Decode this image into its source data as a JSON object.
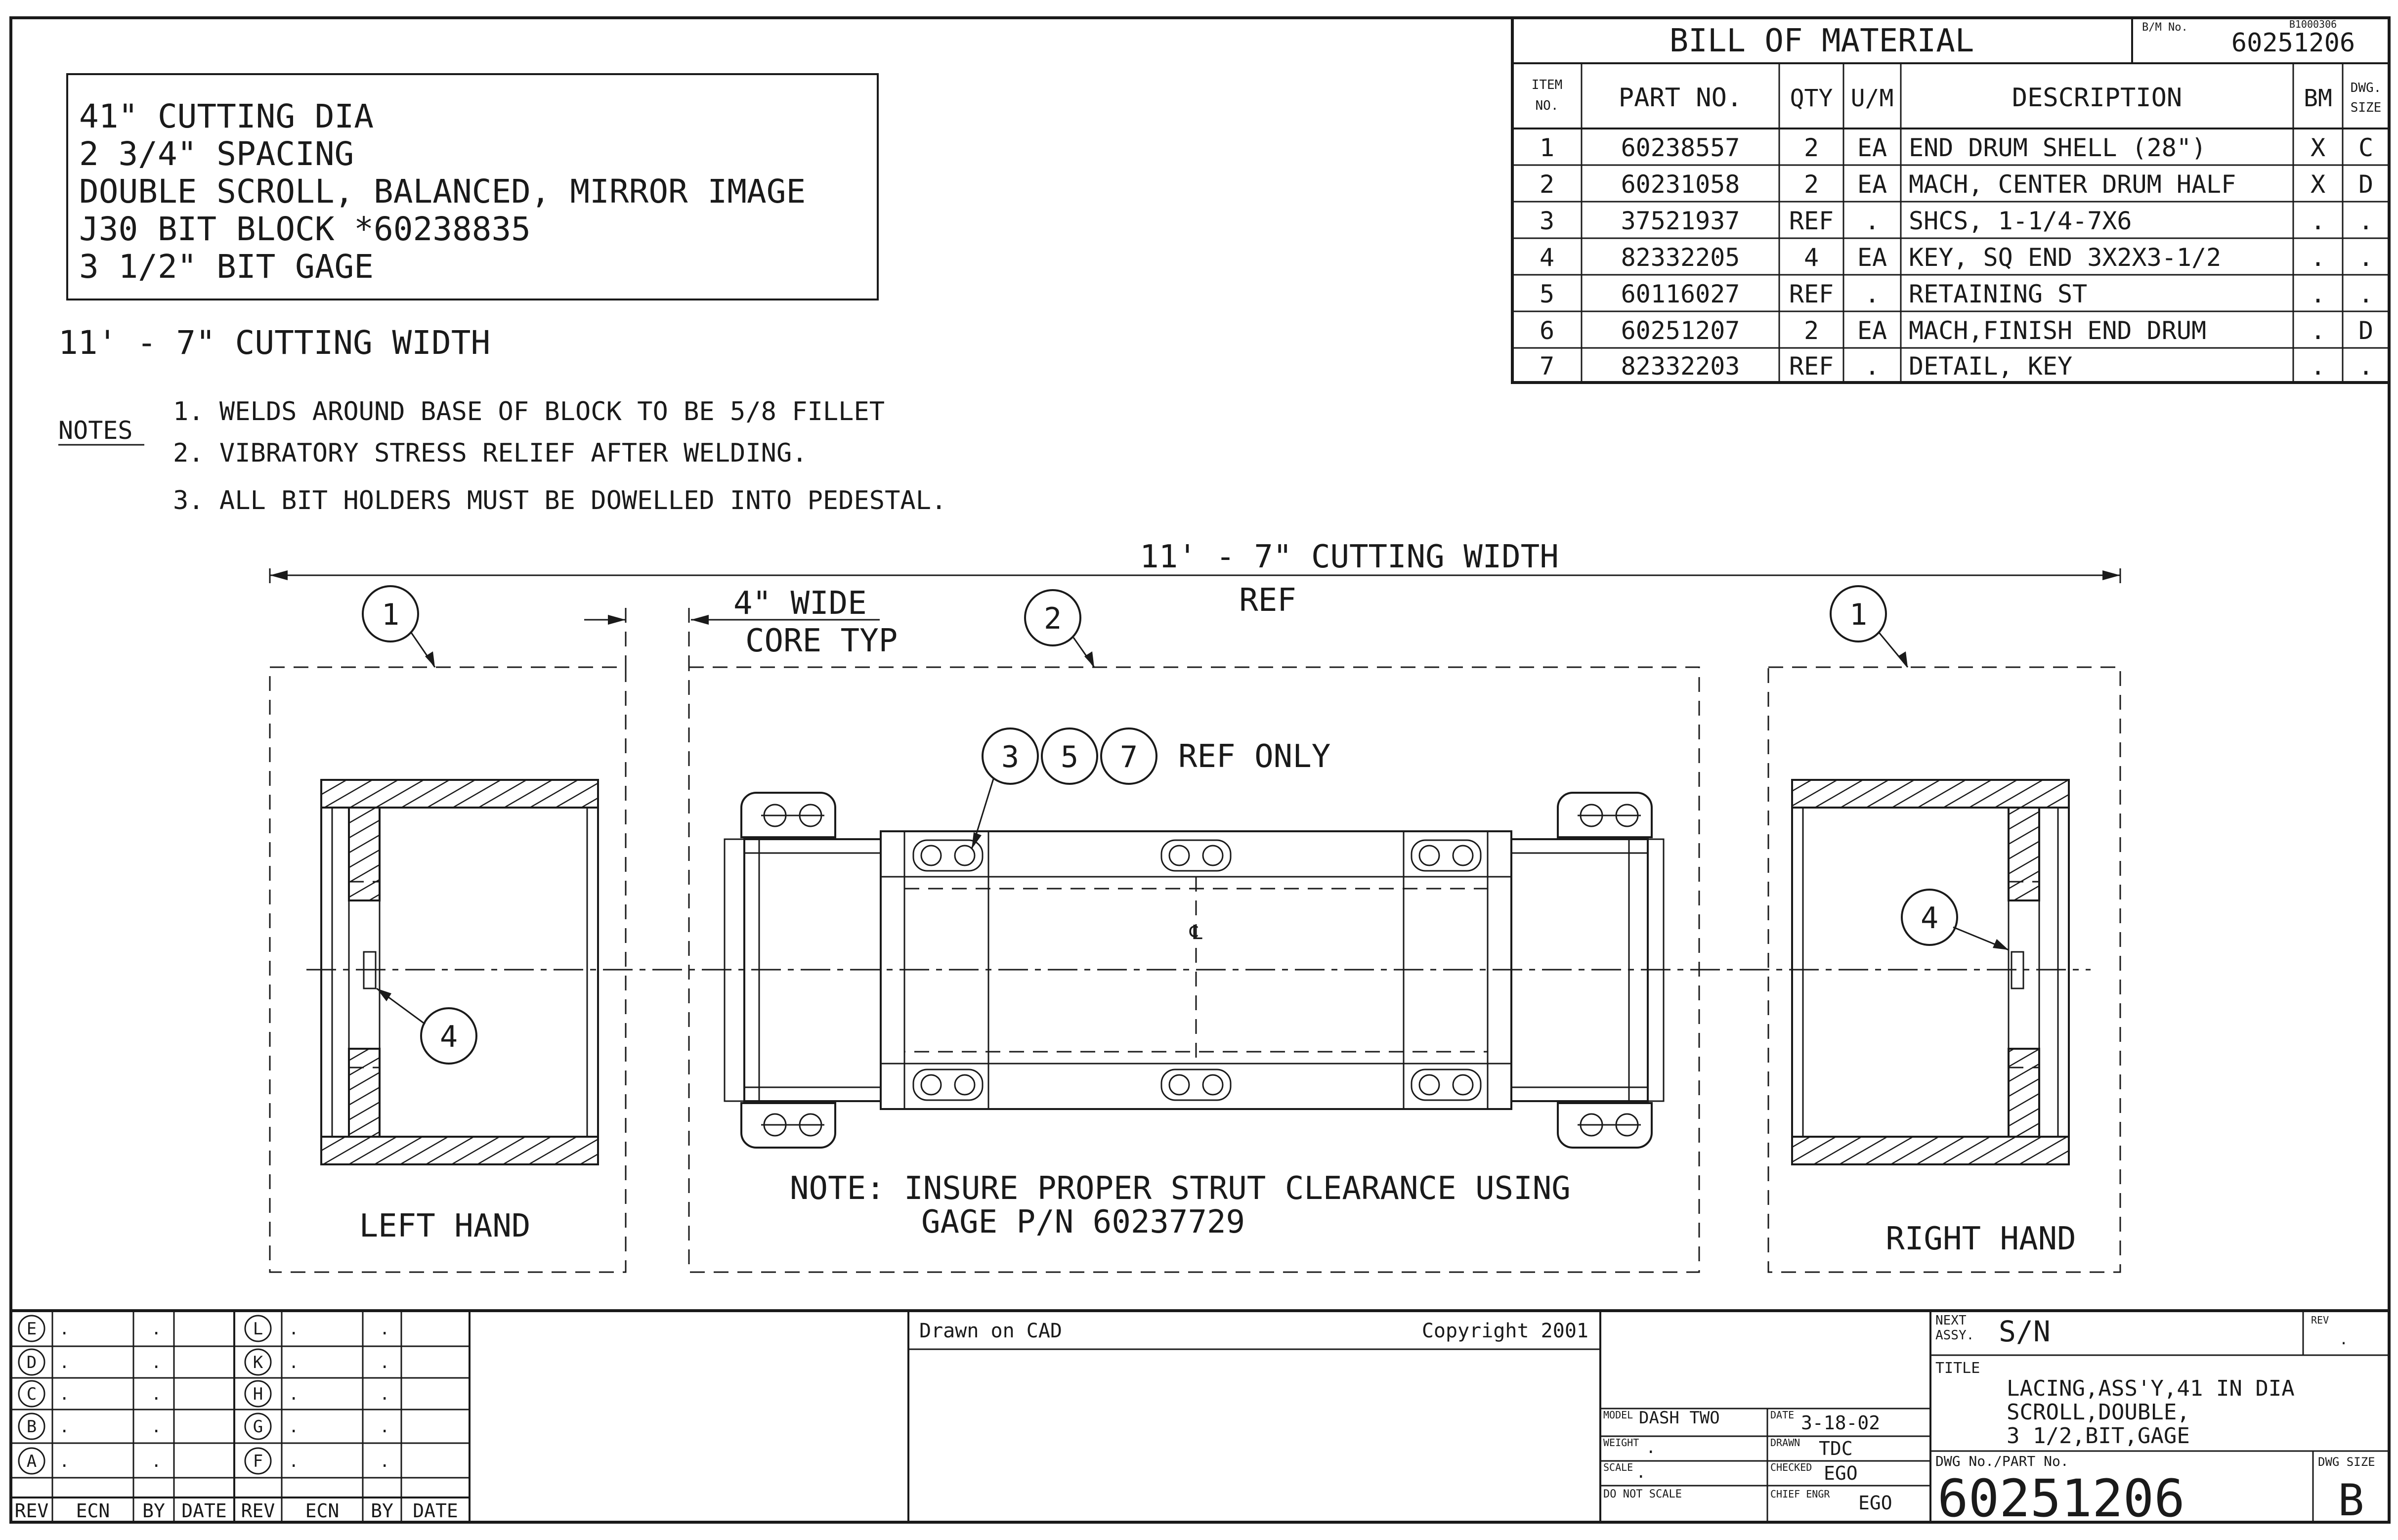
{
  "bom": {
    "title": "BILL OF MATERIAL",
    "bm_no_label": "B/M No.",
    "bm_no_small": "B1000306",
    "bm_no": "60251206",
    "headers": {
      "item_no_1": "ITEM",
      "item_no_2": "NO.",
      "part_no": "PART NO.",
      "qty": "QTY",
      "um": "U/M",
      "description": "DESCRIPTION",
      "bm": "BM",
      "dwg_size_1": "DWG.",
      "dwg_size_2": "SIZE"
    },
    "rows": [
      {
        "item": "1",
        "part": "60238557",
        "qty": "2",
        "um": "EA",
        "desc": "END DRUM SHELL (28\")",
        "bm": "X",
        "size": "C"
      },
      {
        "item": "2",
        "part": "60231058",
        "qty": "2",
        "um": "EA",
        "desc": "MACH, CENTER DRUM HALF",
        "bm": "X",
        "size": "D"
      },
      {
        "item": "3",
        "part": "37521937",
        "qty": "REF",
        "um": ".",
        "desc": "SHCS, 1-1/4-7X6",
        "bm": ".",
        "size": "."
      },
      {
        "item": "4",
        "part": "82332205",
        "qty": "4",
        "um": "EA",
        "desc": "KEY, SQ END 3X2X3-1/2",
        "bm": ".",
        "size": "."
      },
      {
        "item": "5",
        "part": "60116027",
        "qty": "REF",
        "um": ".",
        "desc": "RETAINING ST",
        "bm": ".",
        "size": "."
      },
      {
        "item": "6",
        "part": "60251207",
        "qty": "2",
        "um": "EA",
        "desc": "MACH,FINISH END DRUM",
        "bm": ".",
        "size": "D"
      },
      {
        "item": "7",
        "part": "82332203",
        "qty": "REF",
        "um": ".",
        "desc": "DETAIL, KEY",
        "bm": ".",
        "size": "."
      }
    ]
  },
  "spec_box": {
    "lines": [
      "41\" CUTTING DIA",
      "2 3/4\" SPACING",
      "DOUBLE SCROLL, BALANCED, MIRROR IMAGE",
      "J30 BIT BLOCK *60238835",
      "3 1/2\" BIT GAGE"
    ]
  },
  "cutting_width": "11' - 7\" CUTTING WIDTH",
  "notes": {
    "label": "NOTES",
    "items": [
      "1. WELDS AROUND BASE OF BLOCK TO BE 5/8 FILLET",
      "2. VIBRATORY STRESS RELIEF AFTER WELDING.",
      "3. ALL BIT HOLDERS MUST BE DOWELLED INTO PEDESTAL."
    ]
  },
  "drawing": {
    "dim_label": "11' - 7\" CUTTING WIDTH",
    "dim_ref": "REF",
    "core_label_1": "4\" WIDE",
    "core_label_2": "CORE TYP",
    "balloons": {
      "b1": "1",
      "b2": "2",
      "b3": "3",
      "b5": "5",
      "b7": "7",
      "b4": "4"
    },
    "ref_only": "REF ONLY",
    "center_mark": "℄",
    "left_label": "LEFT HAND",
    "right_label": "RIGHT HAND",
    "note_1": "NOTE: INSURE PROPER STRUT CLEARANCE USING",
    "note_2": "GAGE P/N 60237729"
  },
  "revision": {
    "col_headers": [
      "REV",
      "ECN",
      "BY",
      "DATE",
      "REV",
      "ECN",
      "BY",
      "DATE"
    ],
    "left_revs": [
      "E",
      "D",
      "C",
      "B",
      "A"
    ],
    "right_revs": [
      "L",
      "K",
      "H",
      "G",
      "F"
    ],
    "cell_mark": "."
  },
  "title_block": {
    "drawn_on": "Drawn on CAD",
    "copyright": "Copyright 2001",
    "model_label": "MODEL",
    "model": "DASH TWO",
    "date_label": "DATE",
    "date": "3-18-02",
    "weight_label": "WEIGHT",
    "weight": ".",
    "drawn_label": "DRAWN",
    "drawn": "TDC",
    "scale_label": "SCALE",
    "scale": ".",
    "checked_label": "CHECKED",
    "checked": "EGO",
    "do_not_scale": "DO NOT SCALE",
    "chief_label": "CHIEF ENGR",
    "chief": "EGO",
    "next_assy_1": "NEXT",
    "next_assy_2": "ASSY.",
    "next_assy": "S/N",
    "rev_label": "REV",
    "rev": ".",
    "title_label": "TITLE",
    "title_lines": [
      "LACING,ASS'Y,41 IN DIA",
      "SCROLL,DOUBLE,",
      "3 1/2,BIT,GAGE"
    ],
    "dwg_no_label": "DWG No./PART No.",
    "dwg_size_label": "DWG SIZE",
    "dwg_no": "60251206",
    "dwg_size": "B"
  }
}
